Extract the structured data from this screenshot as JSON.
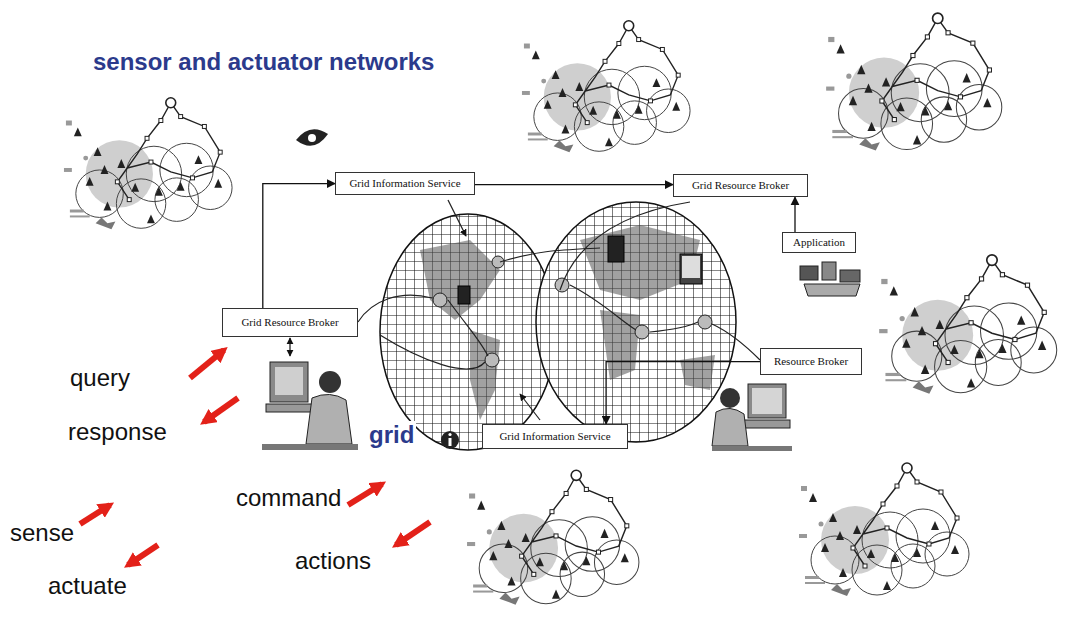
{
  "diagram": {
    "title": "sensor and actuator networks",
    "nodes": [
      {
        "text": [
          "Grid Information Service"
        ]
      },
      {
        "text": [
          "Grid Resource Broker"
        ]
      },
      {
        "text": [
          "Application"
        ]
      },
      {
        "text": [
          "Grid Resource Broker"
        ]
      },
      {
        "text": [
          "Resource Broker"
        ]
      },
      {
        "text": [
          "Grid Information Service"
        ]
      }
    ],
    "edges": [
      {
        "from": 0,
        "to": 1,
        "arrow": "to"
      },
      {
        "from": 2,
        "to": 1,
        "arrow": "to"
      },
      {
        "from": 3,
        "to": 0,
        "arrow": "to"
      },
      {
        "from": 4,
        "to": 5,
        "arrow": "to"
      }
    ],
    "labels": [
      "query",
      "response",
      "grid",
      "command",
      "sense",
      "actions",
      "actuate"
    ]
  }
}
